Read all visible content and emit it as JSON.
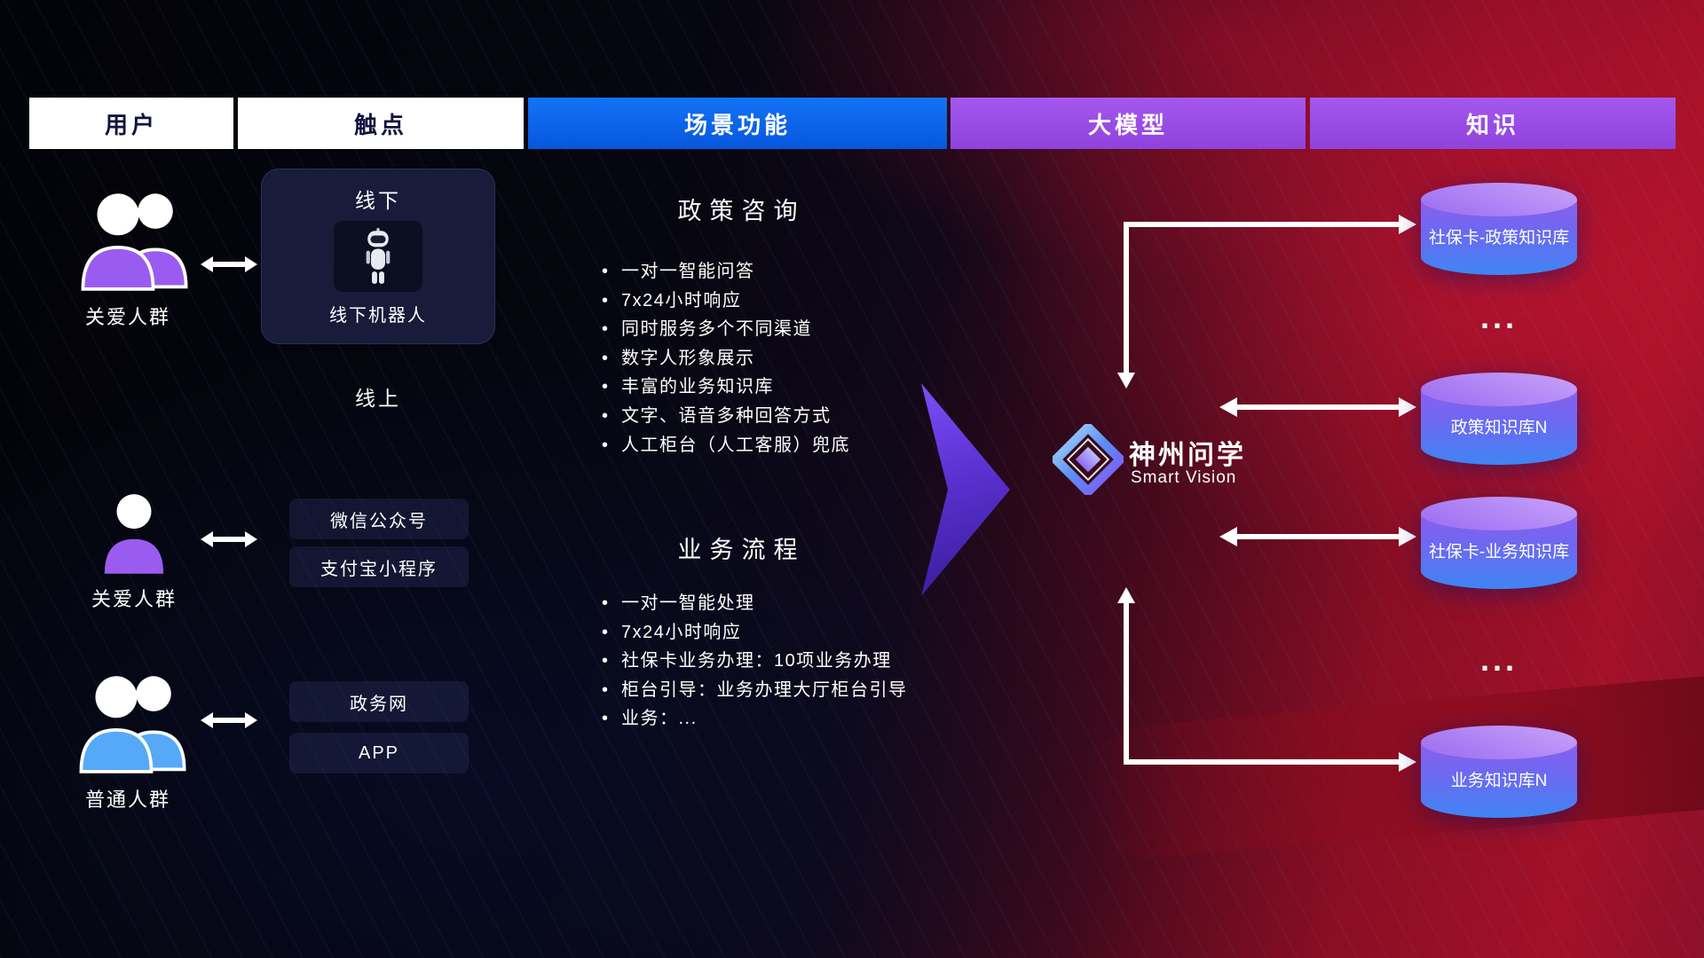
{
  "header": {
    "columns": [
      {
        "label": "用户"
      },
      {
        "label": "触点"
      },
      {
        "label": "场景功能"
      },
      {
        "label": "大模型"
      },
      {
        "label": "知识"
      }
    ]
  },
  "users": {
    "groups": [
      {
        "label": "关爱人群"
      },
      {
        "label": "关爱人群"
      },
      {
        "label": "普通人群"
      }
    ]
  },
  "touchpoints": {
    "offline": {
      "title": "线下",
      "robot": "线下机器人"
    },
    "online_title": "线上",
    "channels": [
      {
        "label": "微信公众号"
      },
      {
        "label": "支付宝小程序"
      },
      {
        "label": "政务网"
      },
      {
        "label": "APP"
      }
    ]
  },
  "scenarios": [
    {
      "title": "政策咨询",
      "items": [
        "一对一智能问答",
        "7x24小时响应",
        "同时服务多个不同渠道",
        "数字人形象展示",
        "丰富的业务知识库",
        "文字、语音多种回答方式",
        "人工柜台（人工客服）兜底"
      ]
    },
    {
      "title": "业务流程",
      "items": [
        "一对一智能处理",
        "7x24小时响应",
        "社保卡业务办理：10项业务办理",
        "柜台引导：业务办理大厅柜台引导",
        "业务：..."
      ]
    }
  ],
  "model": {
    "name": "神州问学",
    "subtitle": "Smart Vision"
  },
  "knowledge": {
    "databases": [
      "社保卡-政策知识库",
      "政策知识库N",
      "社保卡-业务知识库",
      "业务知识库N"
    ],
    "more": "..."
  },
  "colors": {
    "header_blue": "#0b5ff0",
    "header_purple": "#9b4fe8",
    "accent_purple": "#9a5cf0",
    "accent_blue": "#55a9f7",
    "cylinder_top": "#b48cf7",
    "cylinder_body_bottom": "#3f85f4",
    "background_red": "#a31128",
    "background_navy": "#05060f"
  }
}
